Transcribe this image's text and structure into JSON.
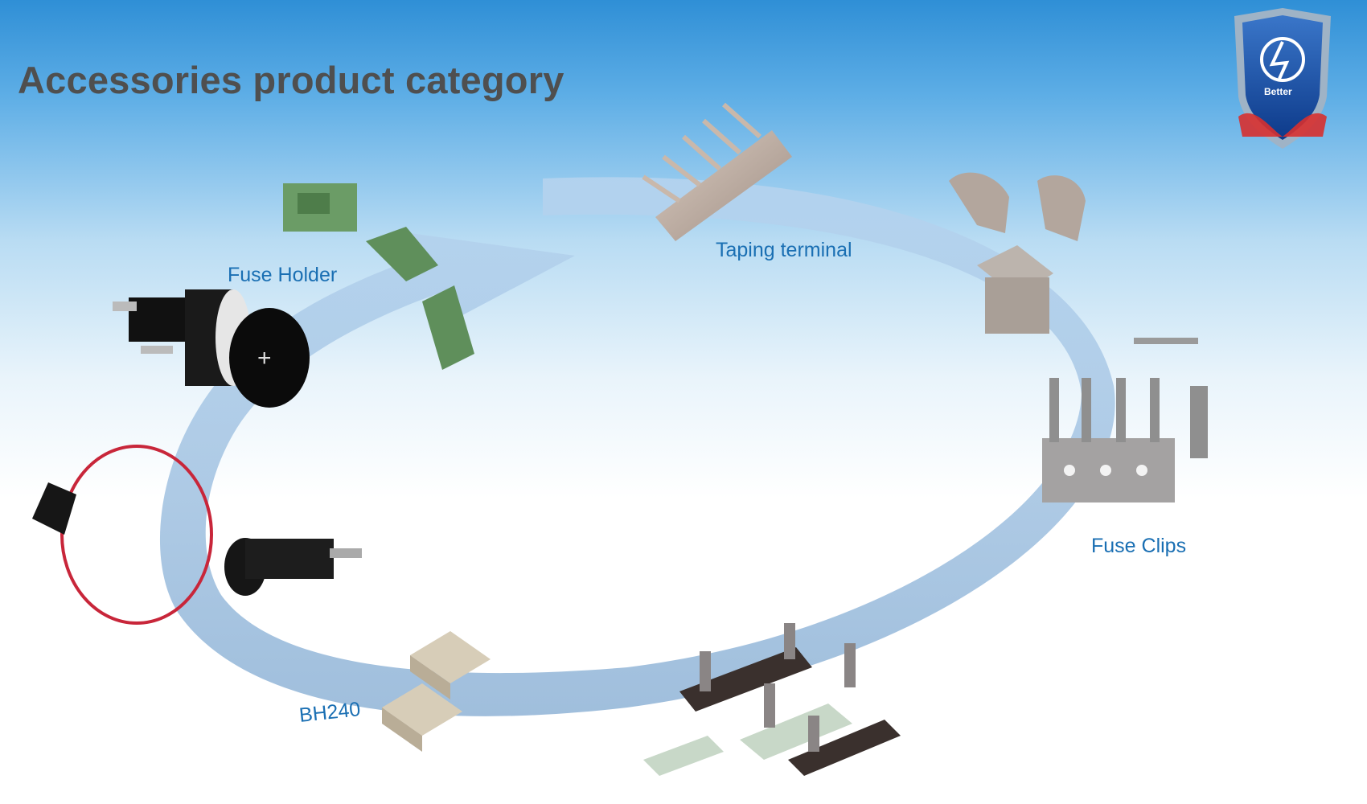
{
  "slide": {
    "title": "Accessories product category",
    "labels": {
      "fuse_holder": "Fuse Holder",
      "taping_terminal": "Taping terminal",
      "fuse_clips": "Fuse Clips",
      "bh240": "BH240"
    },
    "logo_text": "Better"
  },
  "colors": {
    "title": "#4f4f4f",
    "label": "#1a6fb3",
    "arrow": "#a9c8e6",
    "cable": "#c8263a"
  }
}
